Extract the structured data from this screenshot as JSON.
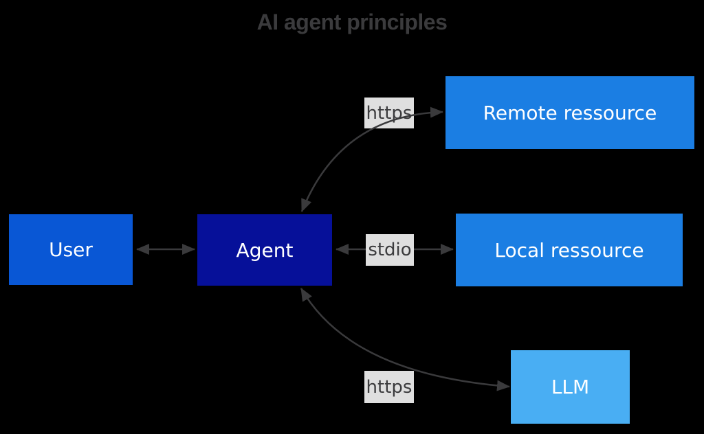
{
  "title": "AI agent principles",
  "nodes": {
    "user": {
      "label": "User",
      "fill": "#0957d5",
      "text_color": "#ffffff"
    },
    "agent": {
      "label": "Agent",
      "fill": "#061099",
      "text_color": "#ffffff"
    },
    "remote": {
      "label": "Remote ressource",
      "fill": "#1b7ee3",
      "text_color": "#ffffff"
    },
    "local": {
      "label": "Local ressource",
      "fill": "#1b7ee3",
      "text_color": "#ffffff"
    },
    "llm": {
      "label": "LLM",
      "fill": "#49aef3",
      "text_color": "#ffffff"
    }
  },
  "edge_labels": {
    "agent_remote": "https",
    "agent_local": "stdio",
    "agent_llm": "https"
  },
  "edges": [
    {
      "from": "user",
      "to": "agent",
      "label": "",
      "bidirectional": true,
      "style": "straight"
    },
    {
      "from": "agent",
      "to": "remote",
      "label": "https",
      "bidirectional": true,
      "style": "curved"
    },
    {
      "from": "agent",
      "to": "local",
      "label": "stdio",
      "bidirectional": true,
      "style": "straight"
    },
    {
      "from": "agent",
      "to": "llm",
      "label": "https",
      "bidirectional": true,
      "style": "curved"
    }
  ],
  "colors": {
    "background": "#000000",
    "title_text": "#3b3b3d",
    "arrow": "#3a3a3c",
    "edge_label_background": "#ebebeb",
    "edge_label_text": "#3b3b3d"
  }
}
